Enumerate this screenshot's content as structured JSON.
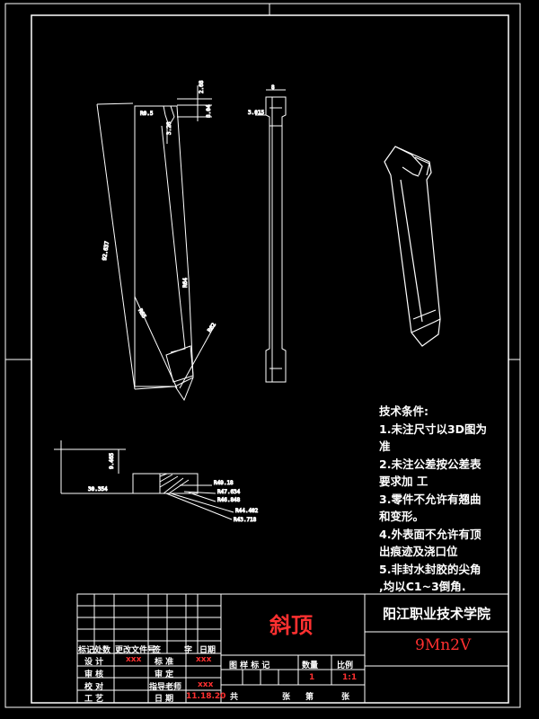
{
  "drawing": {
    "part_name": "斜顶",
    "school": "阳江职业技术学院",
    "material": "9Mn2V",
    "quantity": "1",
    "scale": "1:1",
    "date": "11.18.20"
  },
  "tech_requirements": {
    "title": "技术条件:",
    "lines": [
      "1.未注尺寸以3D图为",
      "准",
      "2.未注公差按公差表",
      "要求加 工",
      "3.零件不允许有翘曲",
      "和变形。",
      "4.外表面不允许有顶",
      "出痕迹及浇口位",
      "5.非封水封胶的尖角",
      ",均以C1~3倒角."
    ]
  },
  "title_block": {
    "row_headers": [
      "标记处数",
      "更改文件号",
      "签",
      "字",
      "日期"
    ],
    "design": "设  计",
    "design_val": "xxx",
    "std": "标  准",
    "std_val": "xxx",
    "review": "审  核",
    "approve": "审  定",
    "check": "校  对",
    "advisor": "指导老师",
    "advisor_val": "xxx",
    "process": "工  艺",
    "date_label": "日  期",
    "drawing_mark": "图  样  标  记",
    "qty_label": "数量",
    "scale_label": "比例",
    "total": "共",
    "sheets": "张",
    "sheet_no": "第",
    "sheet_unit": "张"
  },
  "dimensions": {
    "d1": "2.68",
    "d2": "8.04",
    "d3": "3.26",
    "d4": "R0.5",
    "d5": "92.637",
    "d6": "R64",
    "d7": "R65",
    "d8": "R62",
    "d9": "8",
    "d10": "3.015",
    "d11": "9.465",
    "d12": "30.354",
    "r1": "R49.18",
    "r2": "R47.634",
    "r3": "R46.848",
    "r4": "R44.402",
    "r5": "R43.718"
  }
}
